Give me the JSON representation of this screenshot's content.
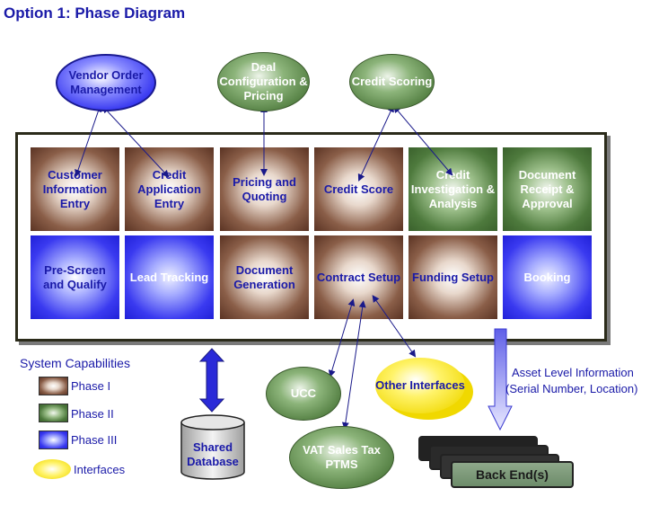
{
  "title": "Option 1: Phase Diagram",
  "top_ellipses": {
    "vendor": "Vendor Order Management",
    "deal": "Deal Configuration & Pricing",
    "credit_scoring": "Credit Scoring"
  },
  "row1": [
    "Customer Information Entry",
    "Credit Application Entry",
    "Pricing and Quoting",
    "Credit Score",
    "Credit Investigation & Analysis",
    "Document Receipt & Approval"
  ],
  "row2": [
    "Pre-Screen and Qualify",
    "Lead Tracking",
    "Document Generation",
    "Contract Setup",
    "Funding Setup",
    "Booking"
  ],
  "legend": {
    "title": "System Capabilities",
    "phase1": "Phase I",
    "phase2": "Phase II",
    "phase3": "Phase III",
    "interfaces": "Interfaces"
  },
  "shared_database": "Shared Database",
  "ucc": "UCC",
  "vat": "VAT Sales Tax PTMS",
  "other_interfaces": "Other Interfaces",
  "asset_info": [
    "Asset Level Information",
    "(Serial Number, Location)"
  ],
  "back_end": "Back End(s)",
  "colors": {
    "title": "#1a1aa8",
    "phase1": "#7a5040",
    "phase2": "#4e7a3d",
    "phase3": "#2a2aee",
    "interfaces": "#f5e600"
  }
}
